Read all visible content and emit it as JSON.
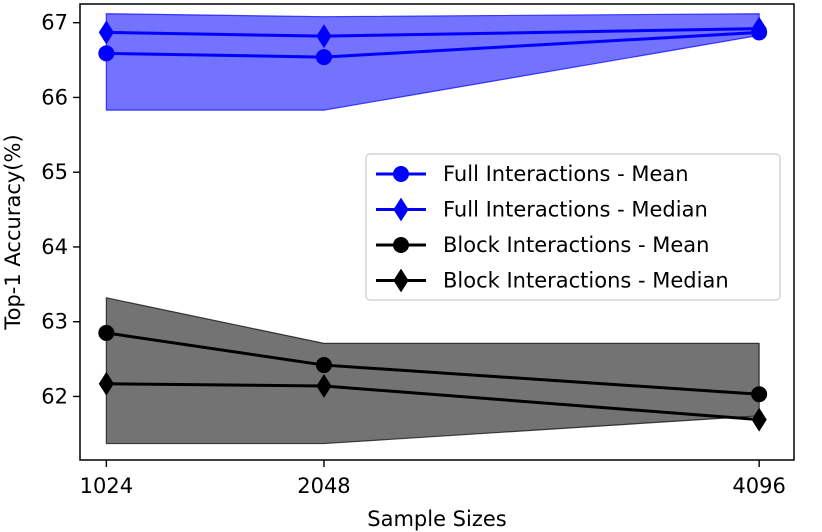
{
  "chart_data": {
    "type": "line",
    "xlabel": "Sample Sizes",
    "ylabel": "Top-1 Accuracy(%)",
    "x": [
      1024,
      2048,
      4096
    ],
    "x_ticks": [
      "1024",
      "2048",
      "4096"
    ],
    "y_ticks": [
      "62",
      "63",
      "64",
      "65",
      "66",
      "67"
    ],
    "xlim": [
      900,
      4260
    ],
    "ylim": [
      61.15,
      67.25
    ],
    "grid": false,
    "legend_position": "center-right",
    "series": [
      {
        "name": "Full Interactions - Mean",
        "values": [
          66.59,
          66.54,
          66.87
        ],
        "color": "#0000ff",
        "marker": "circle"
      },
      {
        "name": "Full Interactions - Median",
        "values": [
          66.87,
          66.82,
          66.92
        ],
        "color": "#0000ff",
        "marker": "diamond"
      },
      {
        "name": "Block Interactions - Mean",
        "values": [
          62.85,
          62.42,
          62.03
        ],
        "color": "#000000",
        "marker": "circle"
      },
      {
        "name": "Block Interactions - Median",
        "values": [
          62.17,
          62.14,
          61.69
        ],
        "color": "#000000",
        "marker": "diamond"
      }
    ],
    "bands": [
      {
        "group": "Full Interactions",
        "lower": [
          65.83,
          65.83,
          66.83
        ],
        "upper": [
          67.12,
          67.08,
          67.12
        ],
        "color": "#0000ff",
        "opacity": 0.55
      },
      {
        "group": "Block Interactions",
        "lower": [
          61.37,
          61.37,
          61.74
        ],
        "upper": [
          63.32,
          62.71,
          62.71
        ],
        "color": "#000000",
        "opacity": 0.55
      }
    ]
  }
}
